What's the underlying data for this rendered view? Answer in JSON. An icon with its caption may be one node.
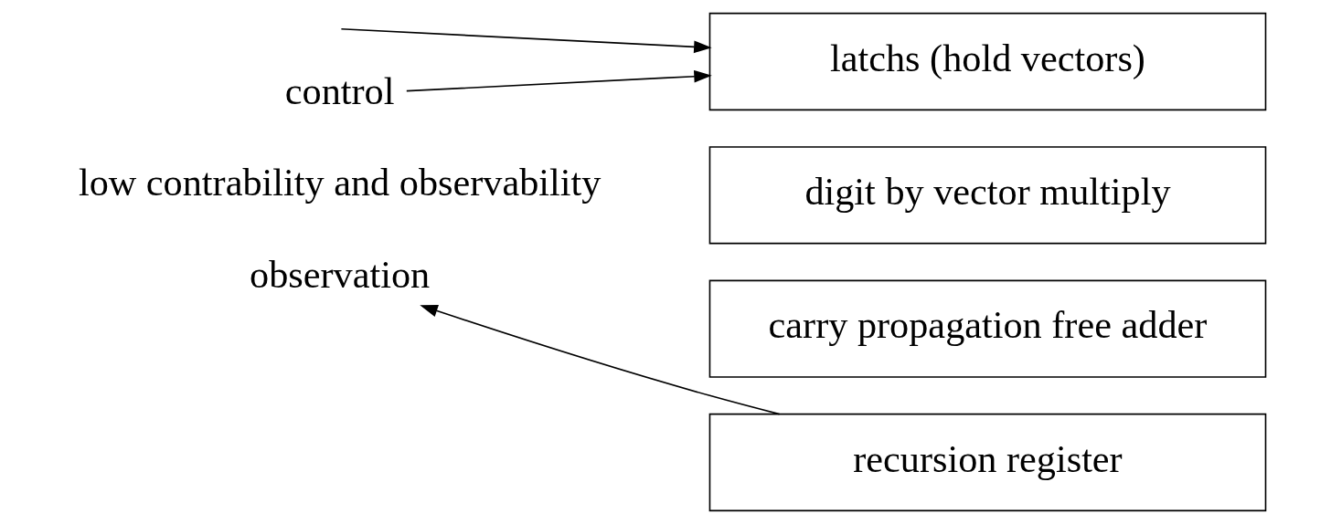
{
  "diagram": {
    "nodes": [
      {
        "text": [
          "control"
        ]
      },
      {
        "text": [
          "latchs (hold vectors)"
        ]
      },
      {
        "text": [
          "digit by vector multiply"
        ]
      },
      {
        "text": [
          "carry propagation free adder"
        ]
      },
      {
        "text": [
          "observation"
        ]
      },
      {
        "text": [
          "recursion register"
        ]
      }
    ],
    "edges": [
      {
        "from": null,
        "to": 1,
        "arrow": "to"
      },
      {
        "from": 0,
        "to": 1,
        "arrow": "to"
      },
      {
        "from": 5,
        "to": 4,
        "arrow": "to"
      }
    ],
    "labels": [
      "low contrability and observability"
    ]
  }
}
